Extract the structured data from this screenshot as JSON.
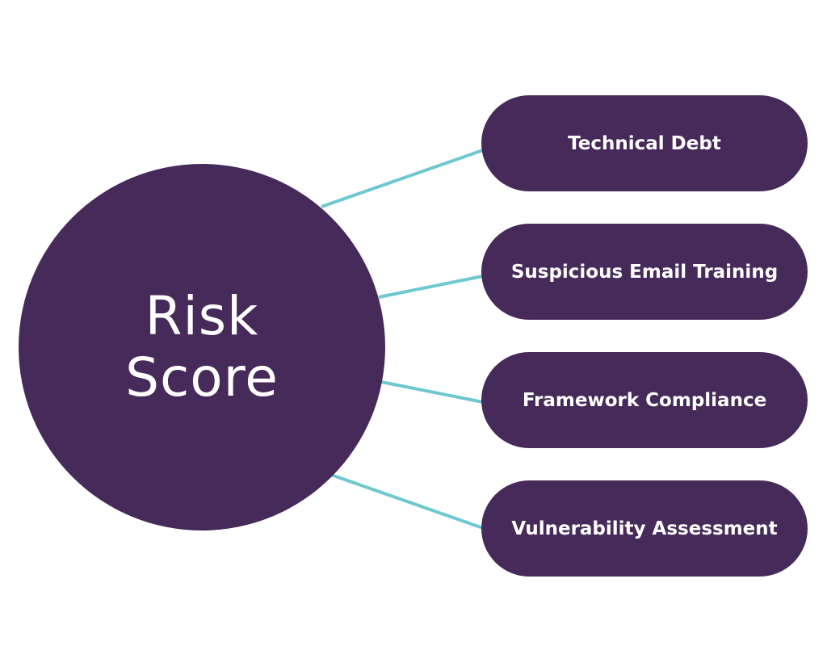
{
  "diagram": {
    "center": {
      "line1": "Risk",
      "line2": "Score"
    },
    "factors": [
      {
        "label": "Technical Debt"
      },
      {
        "label": "Suspicious Email Training"
      },
      {
        "label": "Framework Compliance"
      },
      {
        "label": "Vulnerability Assessment"
      }
    ]
  },
  "colors": {
    "node_fill": "#462a59",
    "connector": "#6fc8d0",
    "text": "#ffffff"
  }
}
